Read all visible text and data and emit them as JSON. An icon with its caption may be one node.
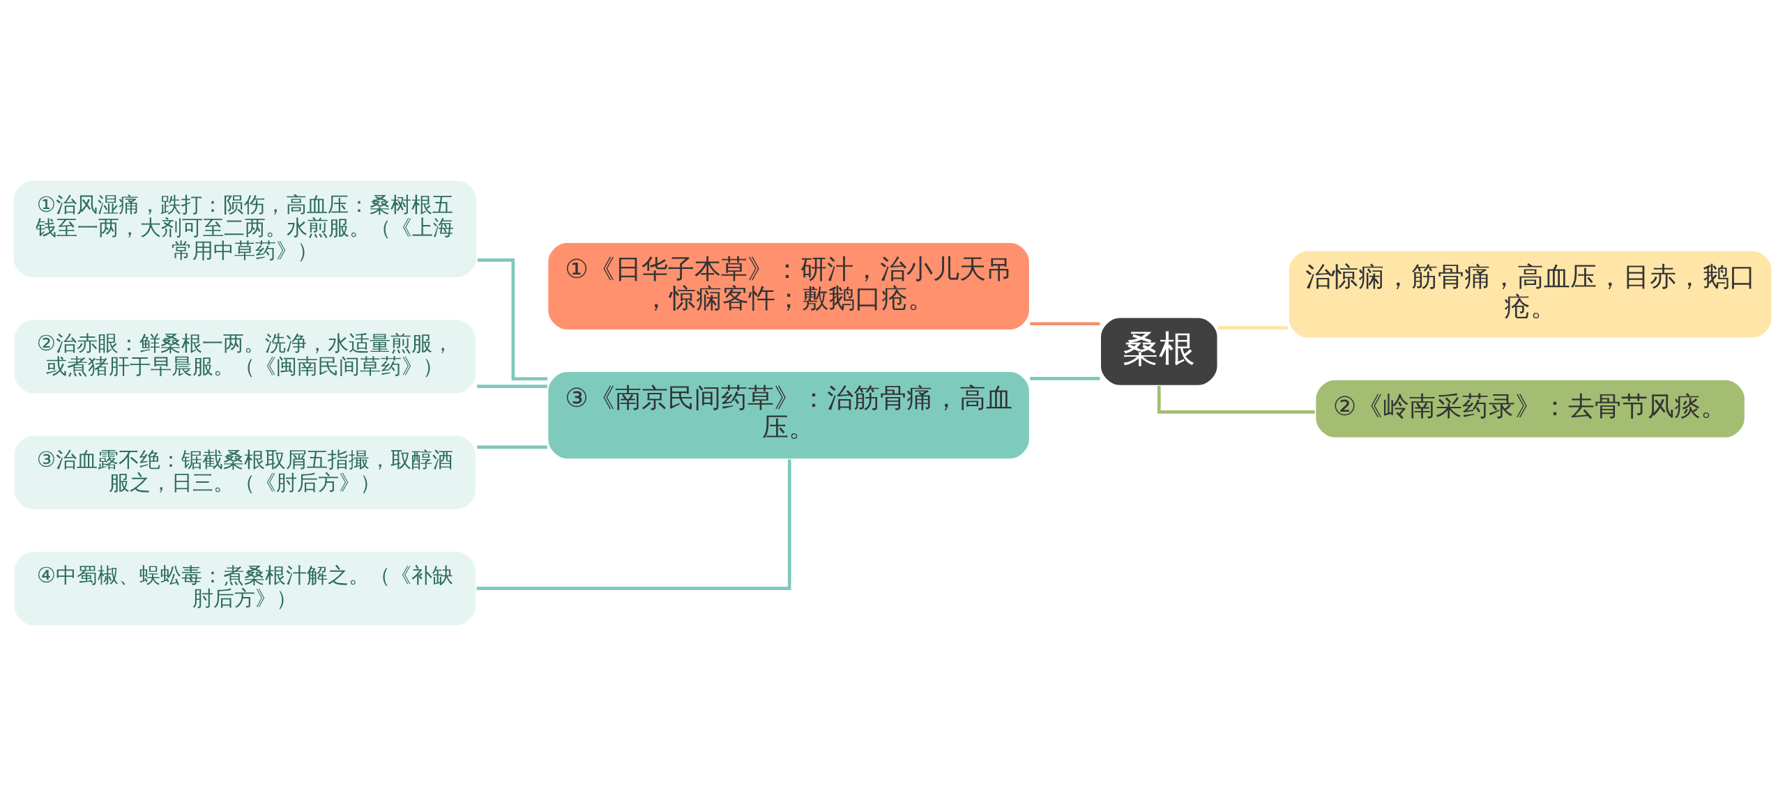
{
  "diagram": {
    "nodes": [
      {
        "text": [
          "桑根"
        ]
      },
      {
        "text": [
          "①《日华子本草》：研汁，治小儿天吊，惊痫客忤；敷鹅口疮。"
        ]
      },
      {
        "text": [
          "③《南京民间药草》：治筋骨痛，高血压。"
        ]
      },
      {
        "text": [
          "①治风湿痛，跌打：陨伤，高血压：桑树根五钱至一两，大剂可至二两。水煎服。（《上海常用中草药》）"
        ]
      },
      {
        "text": [
          "②治赤眼：鲜桑根一两。洗净，水适量煎服，或煮猪肝于早晨服。（《闽南民间草药》）"
        ]
      },
      {
        "text": [
          "③治血露不绝：锯截桑根取屑五指撮，取醇酒服之，日三。（《肘后方》）"
        ]
      },
      {
        "text": [
          "④中蜀椒、蜈蚣毒：煮桑根汁解之。（《补缺肘后方》）"
        ]
      },
      {
        "text": [
          "治惊痫，筋骨痛，高血压，目赤，鹅口疮。"
        ]
      },
      {
        "text": [
          "②《岭南采药录》：去骨节风痰。"
        ]
      }
    ],
    "edges": [
      {
        "from": 0,
        "to": 1,
        "arrow": "none",
        "color": "#f4906e"
      },
      {
        "from": 0,
        "to": 2,
        "arrow": "none"
      },
      {
        "from": 2,
        "to": 3,
        "arrow": "none"
      },
      {
        "from": 2,
        "to": 4,
        "arrow": "none"
      },
      {
        "from": 2,
        "to": 5,
        "arrow": "none"
      },
      {
        "from": 2,
        "to": 6,
        "arrow": "none"
      },
      {
        "from": 0,
        "to": 7,
        "arrow": "none",
        "color": "#ffe3a0"
      },
      {
        "from": 0,
        "to": 8,
        "arrow": "none",
        "color": "#a3bd72"
      }
    ]
  }
}
